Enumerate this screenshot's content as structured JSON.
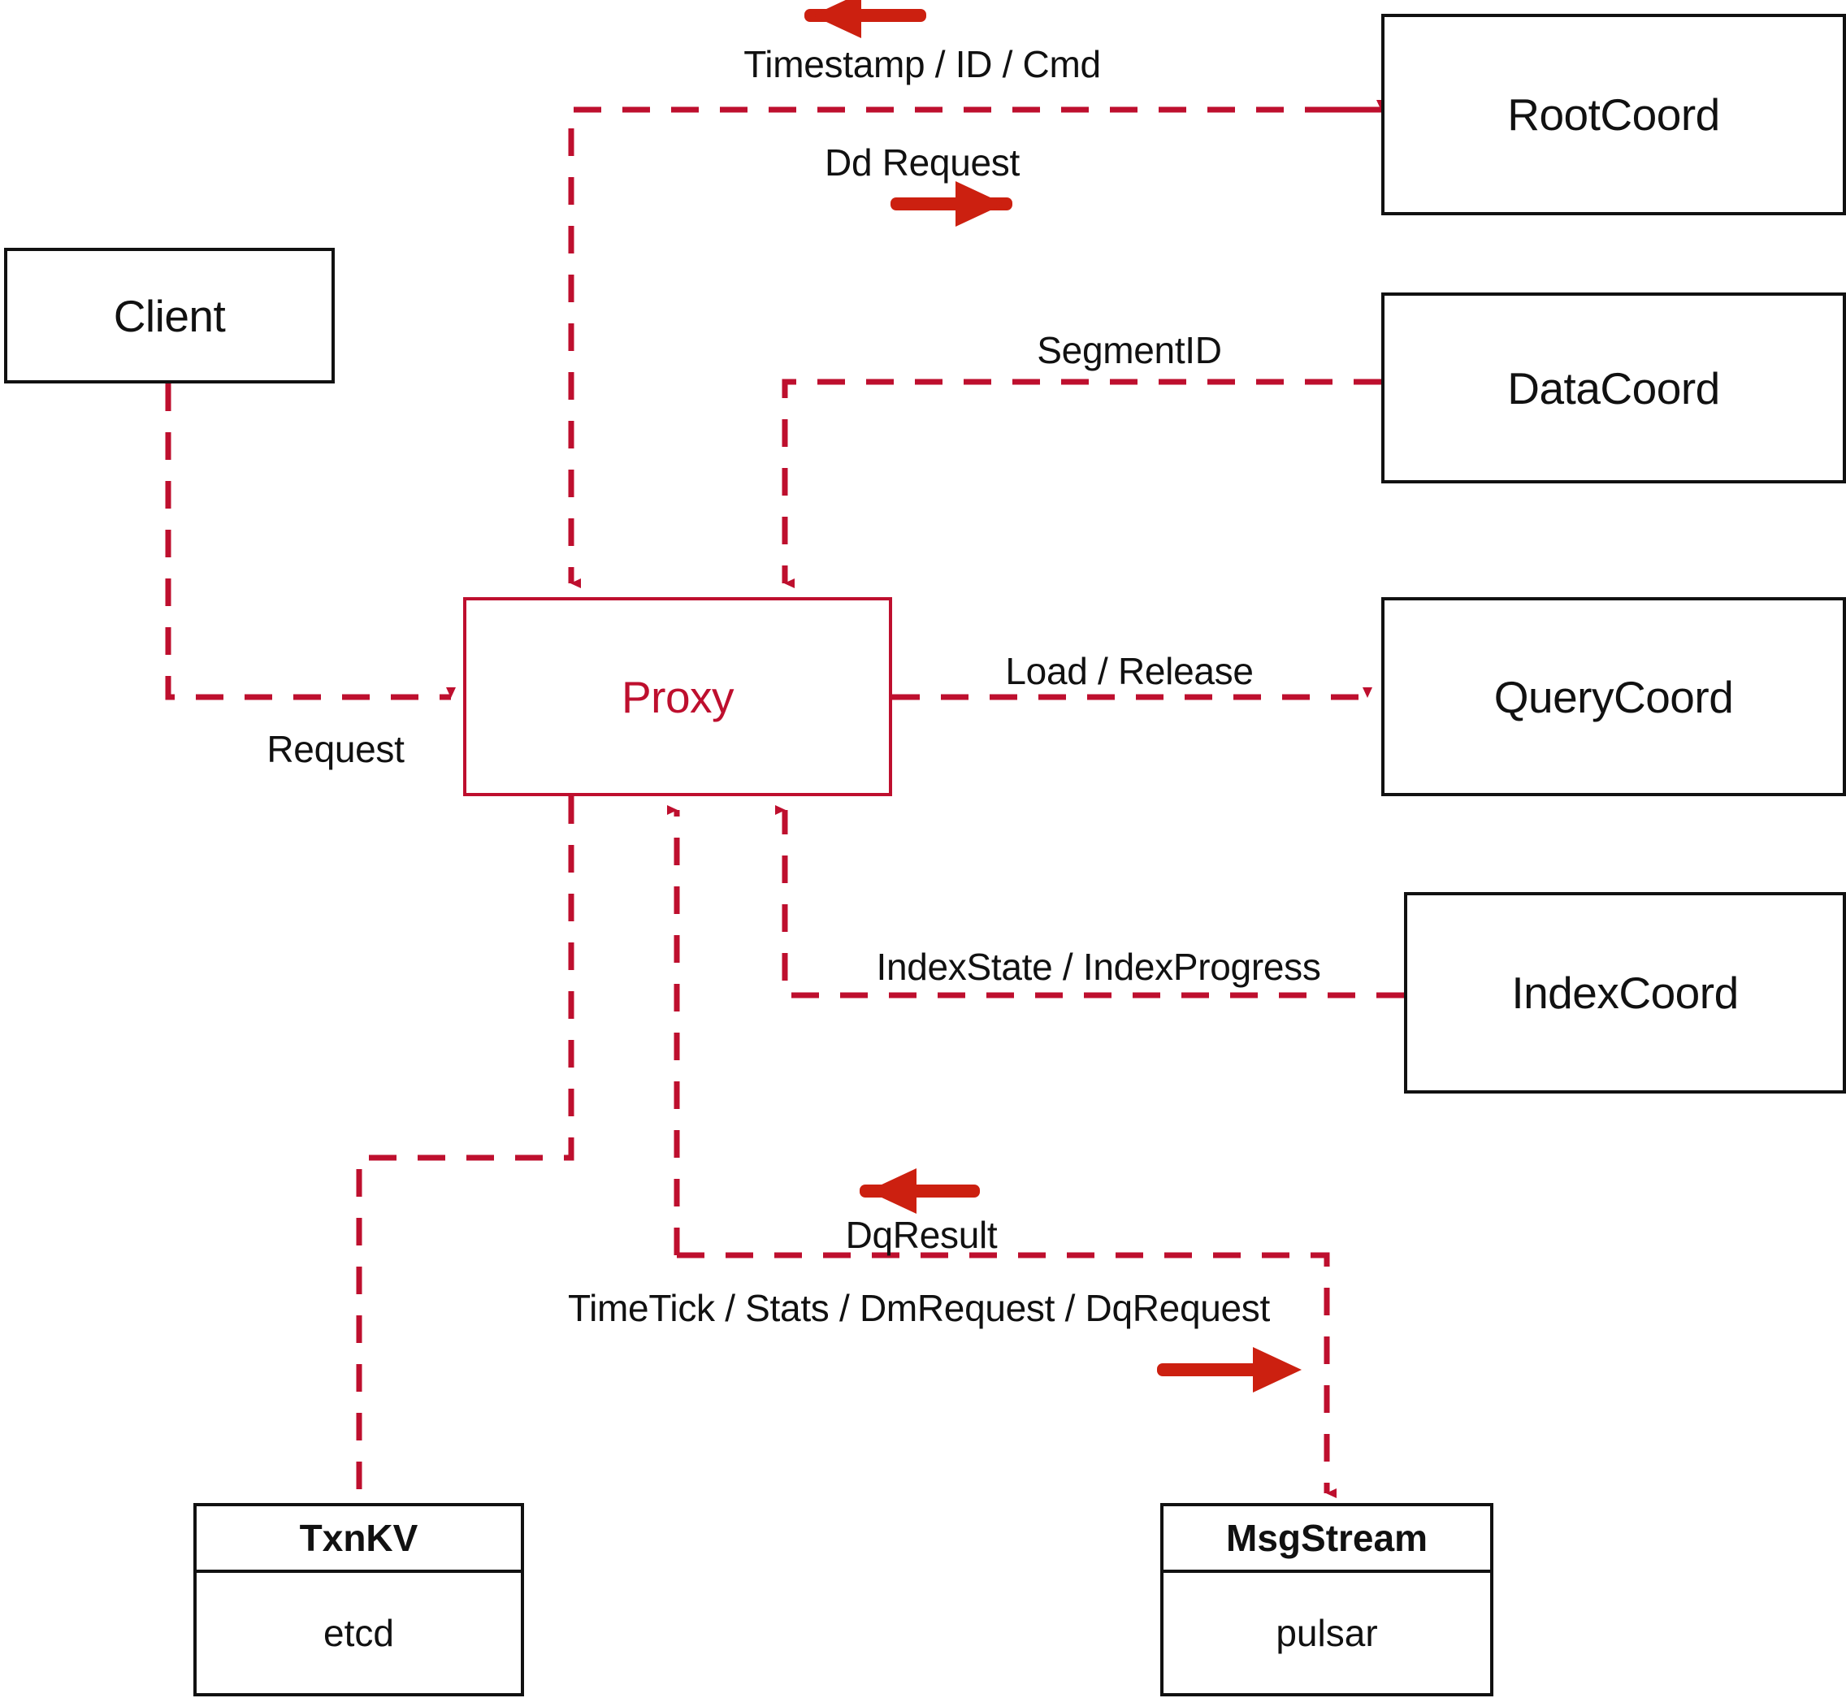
{
  "diagram": {
    "title": "Milvus Proxy interaction diagram",
    "colors": {
      "dashed_edge": "#BE0F2E",
      "solid_arrow": "#CC2010",
      "node_stroke": "#111111",
      "proxy_stroke": "#BE0F2E",
      "background": "#FFFFFF"
    }
  },
  "nodes": {
    "client": {
      "label": "Client"
    },
    "proxy": {
      "label": "Proxy"
    },
    "root_coord": {
      "label": "RootCoord"
    },
    "data_coord": {
      "label": "DataCoord"
    },
    "query_coord": {
      "label": "QueryCoord"
    },
    "index_coord": {
      "label": "IndexCoord"
    },
    "txn_kv": {
      "title": "TxnKV",
      "impl": "etcd"
    },
    "msg_stream": {
      "title": "MsgStream",
      "impl": "pulsar"
    }
  },
  "edge_labels": {
    "timestamp_id_cmd": "Timestamp / ID / Cmd",
    "dd_request": "Dd Request",
    "segment_id": "SegmentID",
    "request": "Request",
    "load_release": "Load / Release",
    "index_state_progress": "IndexState / IndexProgress",
    "dq_result": "DqResult",
    "msgstream_topics": "TimeTick / Stats / DmRequest / DqRequest"
  }
}
